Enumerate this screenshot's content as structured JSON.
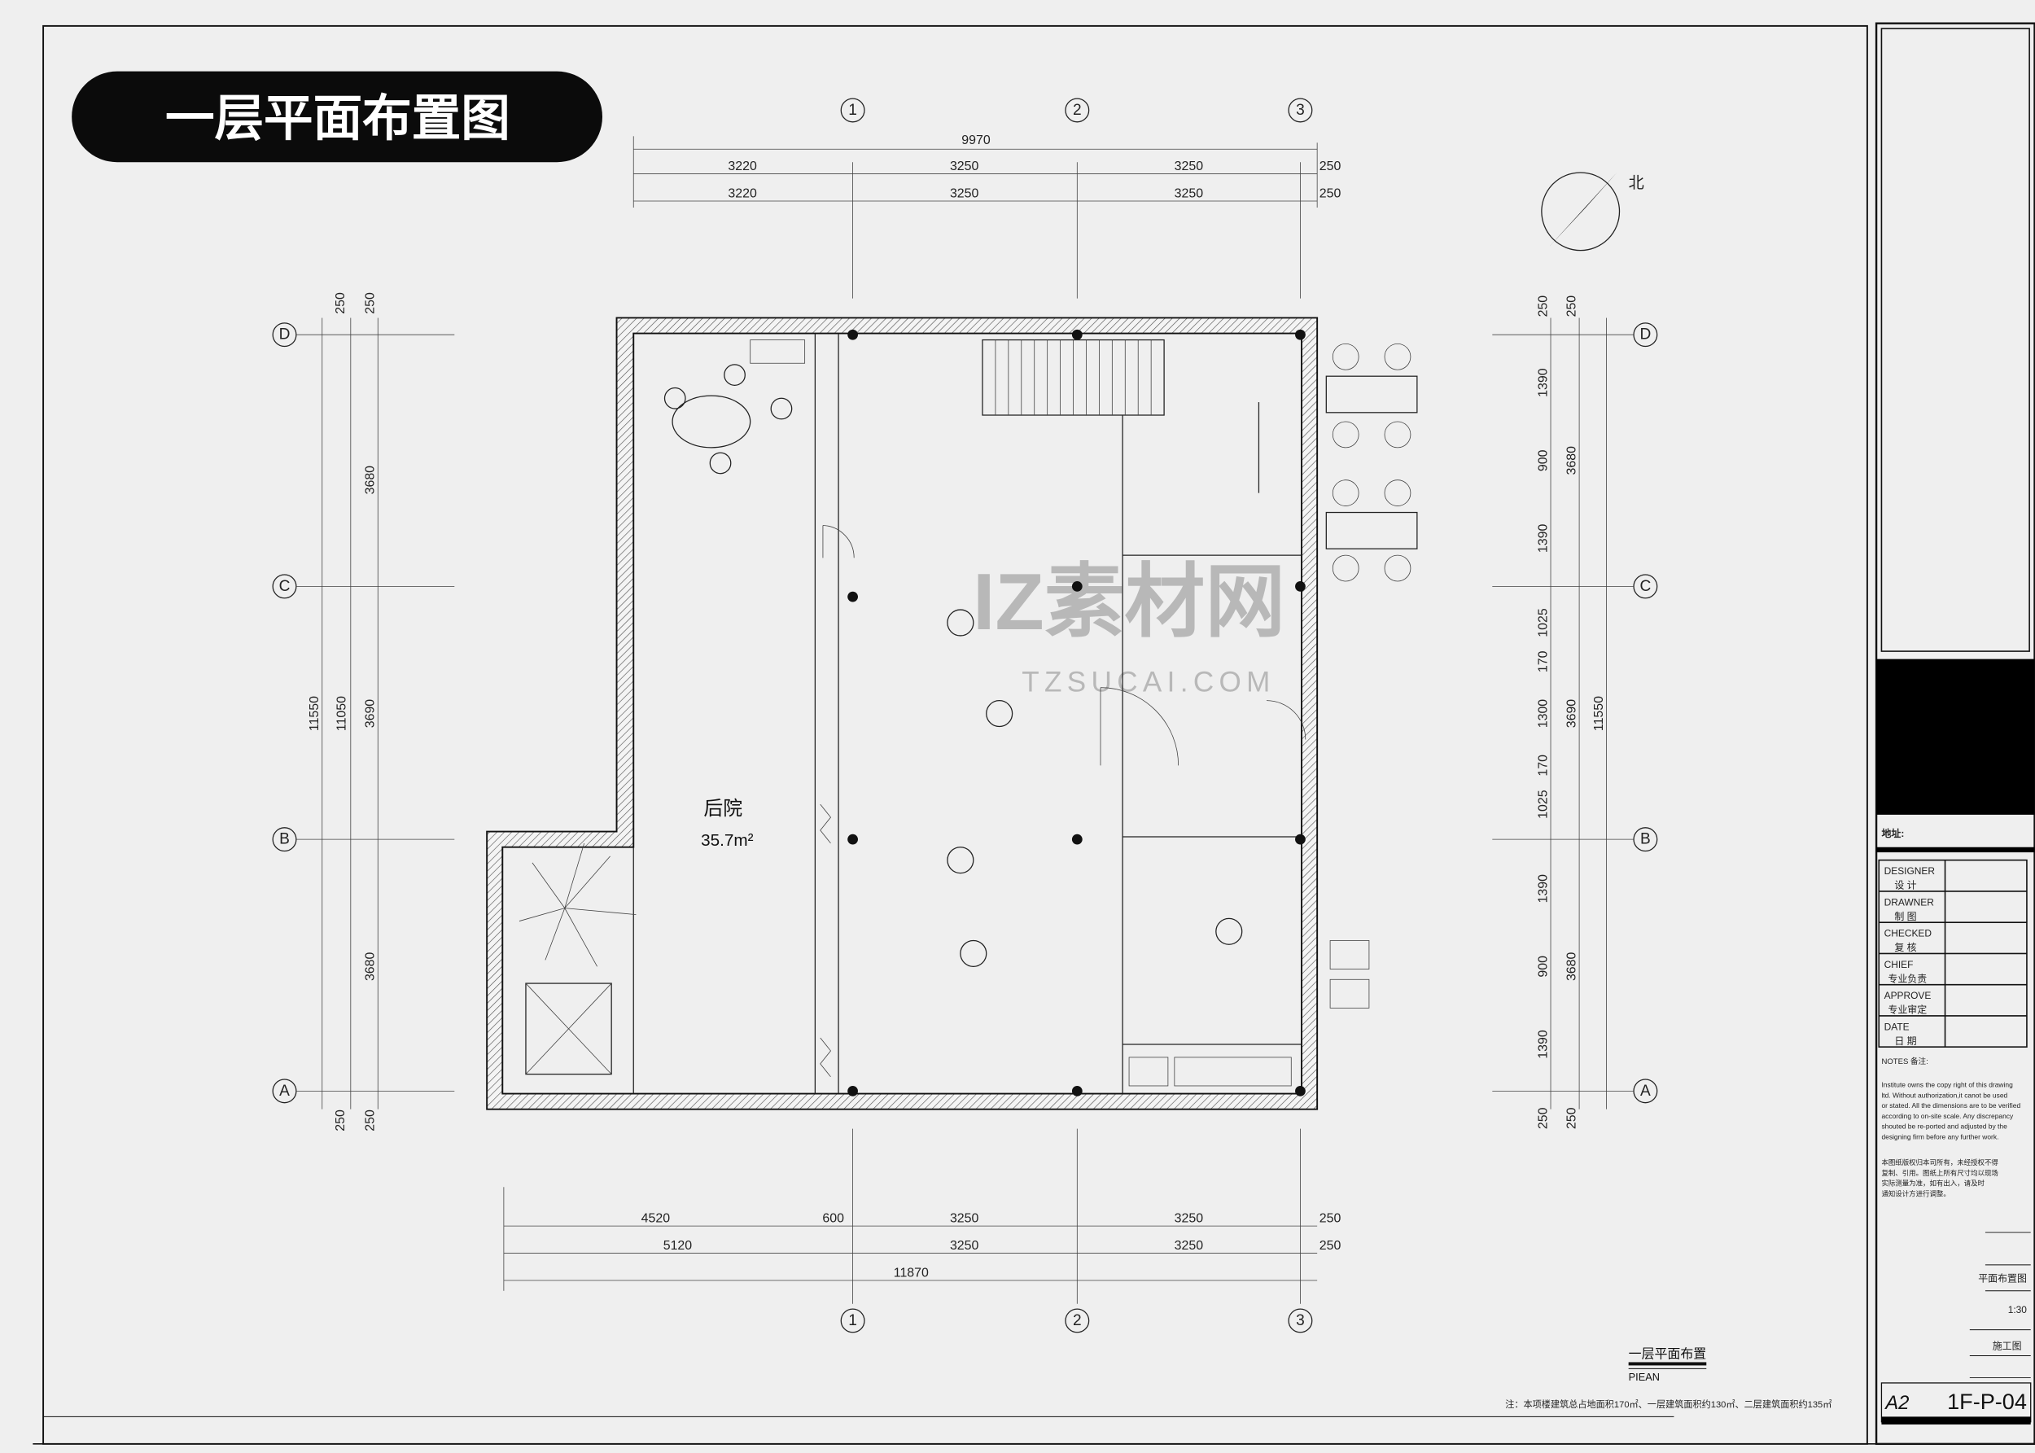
{
  "title": "一层平面布置图",
  "north_label": "北",
  "watermark": {
    "cn": "IZ素材网",
    "url": "TZSUCAI.COM"
  },
  "grid": {
    "columns": [
      "1",
      "2",
      "3"
    ],
    "rows": [
      "D",
      "C",
      "B",
      "A"
    ]
  },
  "dims": {
    "top_total": "9970",
    "top_row1": [
      "3220",
      "3250",
      "3250",
      "250"
    ],
    "top_row2": [
      "3220",
      "3250",
      "3250",
      "250"
    ],
    "bottom_row1": [
      "4520",
      "600",
      "3250",
      "3250",
      "250"
    ],
    "bottom_row2": [
      "5120",
      "3250",
      "3250",
      "250"
    ],
    "bottom_total": "11870",
    "left_ends": [
      "250",
      "250",
      "250",
      "250"
    ],
    "left_spans": [
      "3680",
      "3690",
      "3680"
    ],
    "left_total_inner": "11050",
    "left_total": "11550",
    "right_ends": [
      "250",
      "250",
      "250",
      "250"
    ],
    "right_detail": [
      "1390",
      "900",
      "1390",
      "1025",
      "170",
      "1300",
      "170",
      "1025",
      "1390",
      "900",
      "1390"
    ],
    "right_spans": [
      "3680",
      "3690",
      "3680"
    ],
    "right_total": "11550"
  },
  "rooms": {
    "backyard_name": "后院",
    "backyard_area": "35.7m²"
  },
  "title_block": {
    "address_label": "地址:",
    "rows": [
      {
        "en": "DESIGNER",
        "cn": "设  计"
      },
      {
        "en": "DRAWNER",
        "cn": "制  图"
      },
      {
        "en": "CHECKED",
        "cn": "复  核"
      },
      {
        "en": "CHIEF",
        "cn": "专业负责"
      },
      {
        "en": "APPROVE",
        "cn": "专业审定"
      },
      {
        "en": "DATE",
        "cn": "日  期"
      }
    ],
    "notes_title": "NOTES 备注:",
    "notes_en": [
      "Institute owns the copy right of this drawing",
      "ltd. Without authorization,it canot be used",
      "or stated. All the dimensions are to be verified",
      "according to on-site scale. Any discrepancy",
      "shouted be re-ported and adjusted by the",
      "designing firm before any further work."
    ],
    "notes_cn": [
      "本图纸版权归本司所有，未经授权不得",
      "复制、引用。图纸上所有尺寸均以现场",
      "实际测量为准，如有出入，请及时",
      "通知设计方进行调整。"
    ],
    "drawing_name": "平面布置图",
    "scale": "1:30",
    "stage": "施工图",
    "paper": "A2",
    "sheet_no": "1F-P-04"
  },
  "drawing_caption": {
    "cn": "一层平面布置",
    "en": "PIEAN"
  },
  "footnote": "注：本项楼建筑总占地面积170㎡、一层建筑面积约130㎡、二层建筑面积约135㎡"
}
